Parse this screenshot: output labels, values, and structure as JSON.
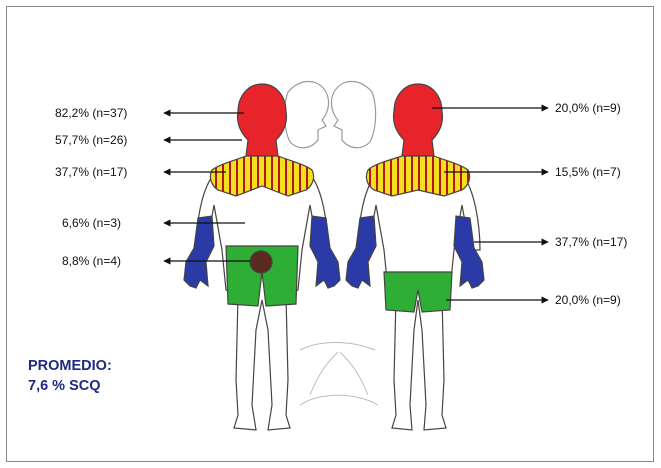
{
  "labels": {
    "left": [
      "82,2% (n=37)",
      "57,7% (n=26)",
      "37,7% (n=17)",
      "6,6% (n=3)",
      "8,8% (n=4)"
    ],
    "right": [
      "20,0% (n=9)",
      "15,5% (n=7)",
      "37,7% (n=17)",
      "20,0% (n=9)"
    ]
  },
  "average": {
    "line1": "PROMEDIO:",
    "line2": "7,6 % SCQ"
  },
  "colors": {
    "head": "#e8242b",
    "shoulders": "#f2df1e",
    "stripe": "#b5161b",
    "hands": "#2a3aa6",
    "thighs": "#2fae35",
    "genital": "#5a2a1e",
    "average_text": "#1f2a80"
  }
}
